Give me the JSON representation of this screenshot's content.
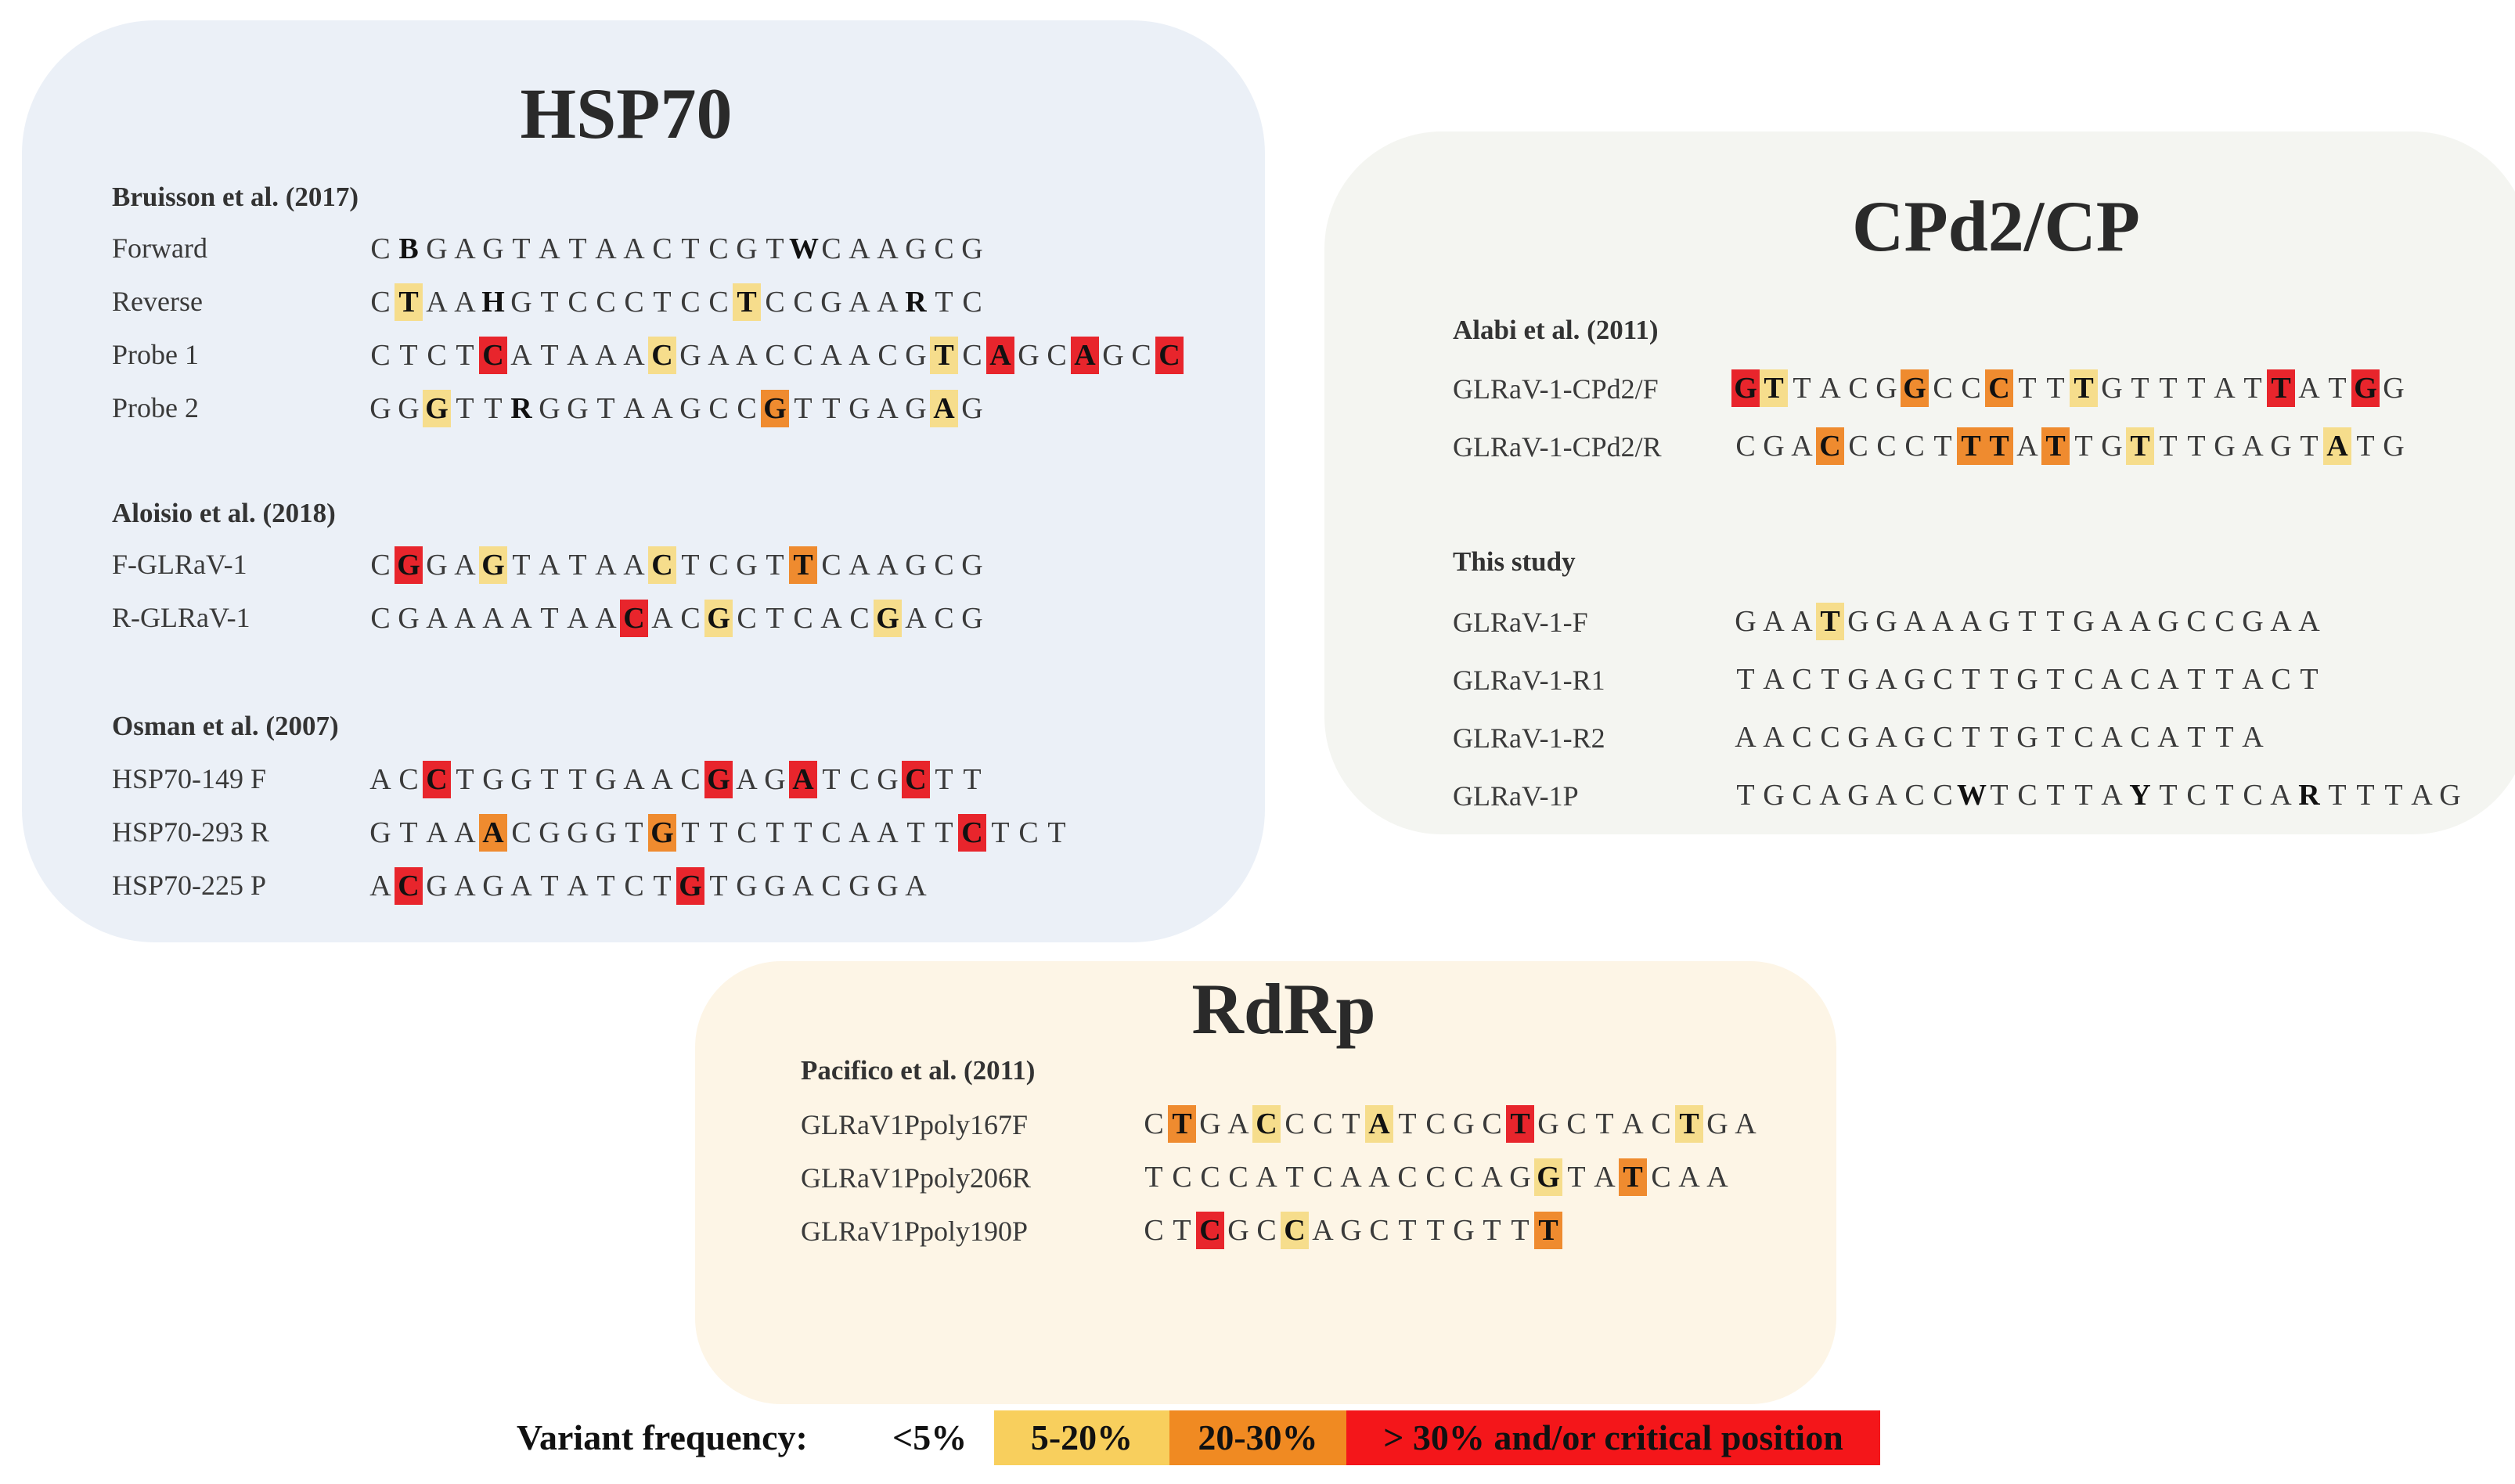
{
  "legend": {
    "title": "Variant frequency:",
    "lt5": "<5%",
    "low": "5-20%",
    "mid": "20-30%",
    "high": "> 30% and/or critical position",
    "colors": {
      "low": "#f8cf5d",
      "mid": "#f08a22",
      "high": "#f4161a"
    }
  },
  "panels": {
    "hsp70": {
      "title": "HSP70",
      "studies": [
        {
          "name": "Bruisson et al. (2017)",
          "primers": [
            {
              "label": "Forward",
              "seq": "CBGAGTATAACTCGTWCAAGCG",
              "marks": "....................."
            },
            {
              "label": "Reverse",
              "seq": "CTAAHGTCCCTCCTCCGAARTC",
              "marks": ".y...........y........"
            },
            {
              "label": "Probe 1",
              "seq": "CTCTCATAAACGAACCAACGTCAGCAGCC",
              "marks": "....r.....y.........y.r..r..r"
            },
            {
              "label": "Probe 2",
              "seq": "GGGTTRGGTAAGCCGTTGAGAG",
              "marks": "..y...........o.....y."
            }
          ]
        },
        {
          "name": "Aloisio et al. (2018)",
          "primers": [
            {
              "label": "F-GLRaV-1",
              "seq": "CGGAGTATAACTCGTTCAAGCG",
              "marks": ".r..y.....y....o......"
            },
            {
              "label": "R-GLRaV-1",
              "seq": "CGAAAATAACACGCTCACGACG",
              "marks": ".........r..y.....y..."
            }
          ]
        },
        {
          "name": "Osman et al. (2007)",
          "primers": [
            {
              "label": "HSP70-149 F",
              "seq": "ACCTGGTTGAACGAGATCGCTT",
              "marks": "..r.........r..r...r.."
            },
            {
              "label": "HSP70-293 R",
              "seq": "GTAAACGGGTGTTCTTCAATTCTCT",
              "marks": "....o.....o..........r..."
            },
            {
              "label": "HSP70-225 P",
              "seq": "ACGAGATATCTGTGGACGGA",
              "marks": ".r.........r........"
            }
          ]
        }
      ]
    },
    "cp": {
      "title": "CPd2/CP",
      "studies": [
        {
          "name": "Alabi et al. (2011)",
          "primers": [
            {
              "label": "GLRaV-1-CPd2/F",
              "seq": "GTTACGGCCCTTTGTTTATTATGG",
              "marks": "ry....o..o..y......r..r.."
            },
            {
              "label": "GLRaV-1-CPd2/R",
              "seq": "CGACCCCTTTATTGTTTGAGTATG",
              "marks": "...o....oo.o..y......y..r."
            }
          ]
        },
        {
          "name": "This study",
          "primers": [
            {
              "label": "GLRaV-1-F",
              "seq": "GAATGGAAAGTTGAAGCCGAA",
              "marks": "...y................."
            },
            {
              "label": "GLRaV-1-R1",
              "seq": "TACTGAGCTTGTCACATTACT",
              "marks": "....................."
            },
            {
              "label": "GLRaV-1-R2",
              "seq": "AACCGAGCTTGTCACATTA",
              "marks": "..................."
            },
            {
              "label": "GLRaV-1P",
              "seq": "TGCAGACCWTCTTAYTCTCARTTTAG",
              "marks": ".........................."
            }
          ]
        }
      ]
    },
    "rdrp": {
      "title": "RdRp",
      "studies": [
        {
          "name": "Pacifico et al. (2011)",
          "primers": [
            {
              "label": "GLRaV1Ppoly167F",
              "seq": "CTGACCCTATCGCTGCTACTGA",
              "marks": ".o..y...y....r.....y.."
            },
            {
              "label": "GLRaV1Ppoly206R",
              "seq": "TCCCATCAACCCAGGTATCAA",
              "marks": "..............y..o...."
            },
            {
              "label": "GLRaV1Ppoly190P",
              "seq": "CTCGCCAGCTTGTTT",
              "marks": "..r..y........o"
            }
          ]
        }
      ]
    }
  }
}
